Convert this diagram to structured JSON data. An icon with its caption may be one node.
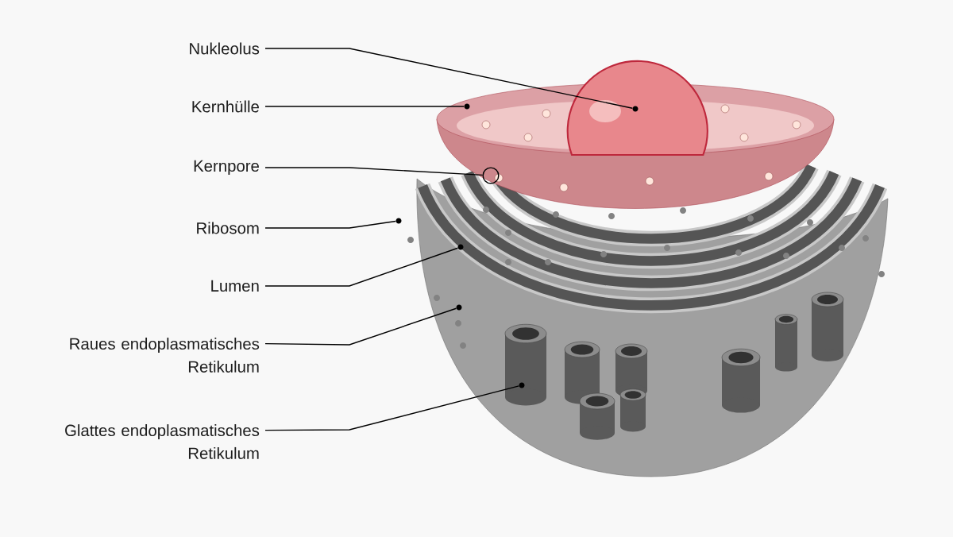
{
  "diagram": {
    "nodes": [
      {
        "text": [
          "Nukleolus"
        ]
      },
      {
        "text": [
          "Kernhülle"
        ]
      },
      {
        "text": [
          "Kernpore"
        ]
      },
      {
        "text": [
          "Ribosom"
        ]
      },
      {
        "text": [
          "Lumen"
        ]
      },
      {
        "text": [
          "Raues endoplasmatisches Retikulum"
        ]
      },
      {
        "text": [
          "Glattes endoplasmatisches Retikulum"
        ]
      },
      {
        "text": [],
        "shape": "circle"
      },
      {
        "text": [],
        "shape": "circle"
      },
      {
        "text": [],
        "shape": "circle"
      },
      {
        "text": [],
        "shape": "circle"
      },
      {
        "text": [],
        "shape": "circle"
      },
      {
        "text": [],
        "shape": "circle"
      },
      {
        "text": [],
        "shape": "circle"
      }
    ],
    "edges": [
      {
        "from": 0,
        "to": 7,
        "arrow": "none"
      },
      {
        "from": 1,
        "to": 8,
        "arrow": "none"
      },
      {
        "from": 2,
        "to": 9,
        "arrow": "none"
      },
      {
        "from": 3,
        "to": 10,
        "arrow": "none"
      },
      {
        "from": 4,
        "to": 11,
        "arrow": "none"
      },
      {
        "from": 5,
        "to": 12,
        "arrow": "none"
      },
      {
        "from": 6,
        "to": 13,
        "arrow": "none"
      }
    ]
  }
}
